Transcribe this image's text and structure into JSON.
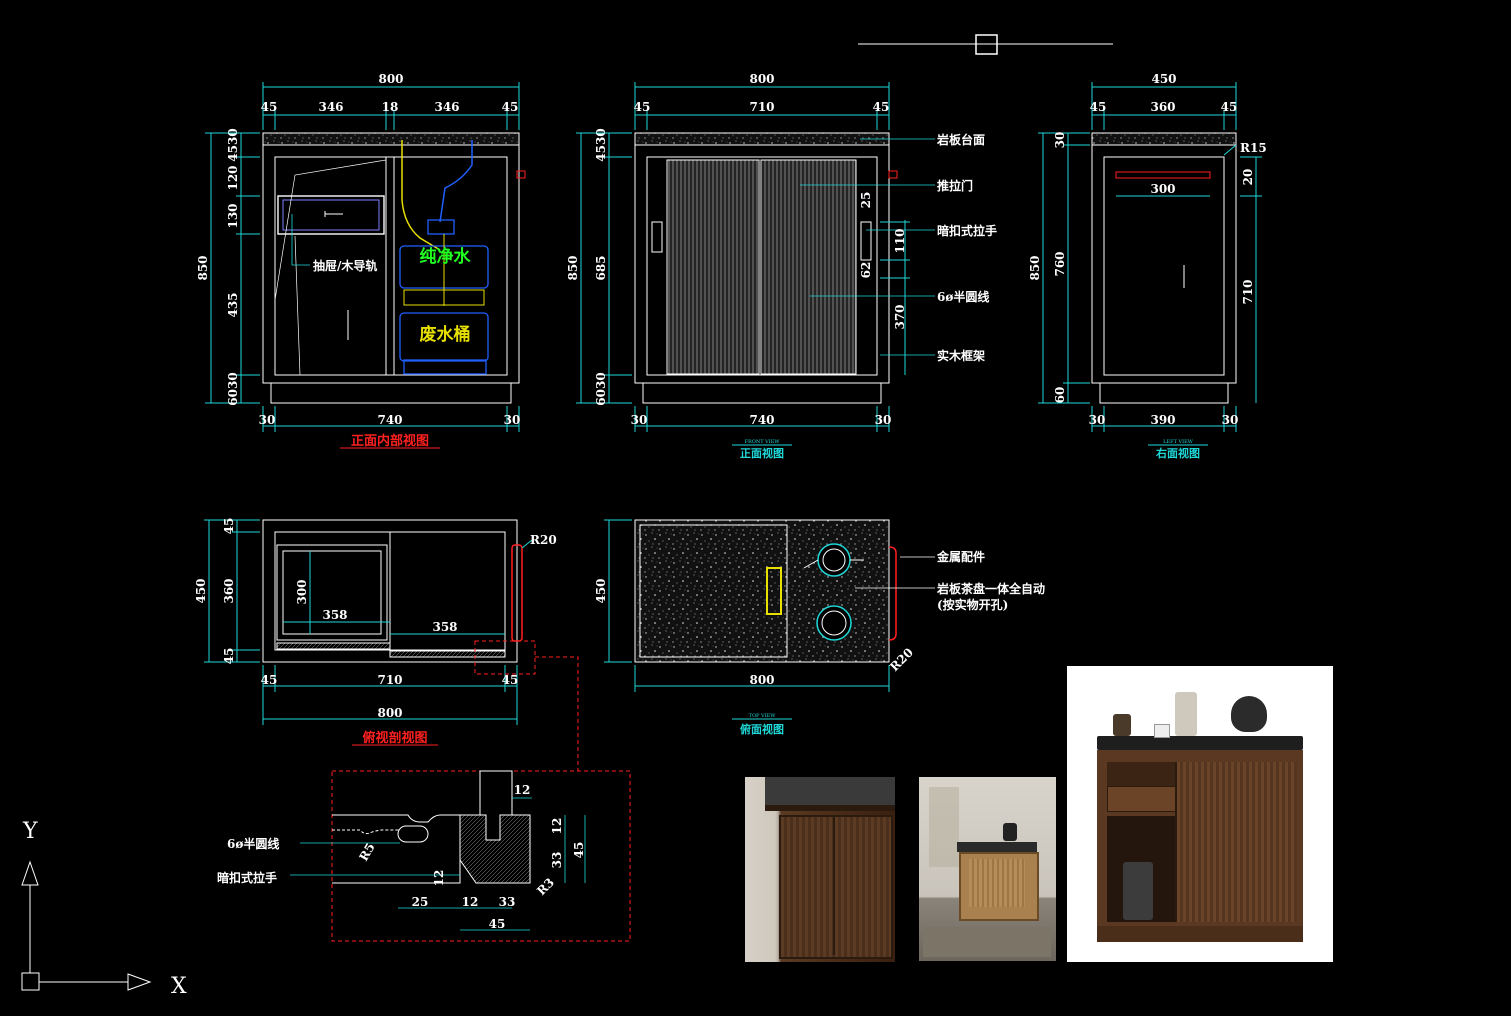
{
  "views": {
    "front_inner": {
      "caption": "正面内部视图",
      "top_total": "800",
      "top_parts": [
        "45",
        "346",
        "18",
        "346",
        "45"
      ],
      "bottom_parts": [
        "30",
        "740",
        "30"
      ],
      "left_total": "850",
      "left_parts": [
        "4530",
        "120",
        "130",
        "435",
        "6030"
      ],
      "drawer_label": "抽屉/木导轨",
      "water_label": "纯净水",
      "waste_label": "废水桶"
    },
    "front": {
      "caption_small": "FRONT VIEW",
      "caption": "正面视图",
      "top_total": "800",
      "top_parts": [
        "45",
        "710",
        "45"
      ],
      "bottom_parts": [
        "30",
        "740",
        "30"
      ],
      "left_total": "850",
      "left_parts": [
        "4530",
        "685",
        "6030"
      ],
      "right_dims": [
        "25",
        "110",
        "62",
        "370"
      ],
      "callouts": [
        "岩板台面",
        "推拉门",
        "暗扣式拉手",
        "6ø半圆线",
        "实木框架"
      ]
    },
    "right": {
      "caption_small": "LEFT VIEW",
      "caption": "右面视图",
      "top_total": "450",
      "top_parts": [
        "45",
        "360",
        "45"
      ],
      "inner_dim": "300",
      "corner_dim": "R15",
      "bottom_parts": [
        "30",
        "390",
        "30"
      ],
      "left_total": "850",
      "left_parts": [
        "30",
        "760",
        "60"
      ],
      "right_parts": [
        "20",
        "710"
      ]
    },
    "plan_section": {
      "caption": "俯视剖视图",
      "left_total": "450",
      "left_parts": [
        "45",
        "360",
        "45"
      ],
      "inner_dims": [
        "300",
        "358",
        "358"
      ],
      "corner_dim": "R20",
      "bottom_parts": [
        "45",
        "710",
        "45"
      ],
      "bottom_total": "800"
    },
    "top": {
      "caption_small": "TOP VIEW",
      "caption": "俯面视图",
      "left_total": "450",
      "bottom_total": "800",
      "corner_dim": "R20",
      "callouts": [
        "金属配件",
        "岩板茶盘一体全自动",
        "(按实物开孔)"
      ]
    },
    "detail": {
      "callouts": [
        "6ø半圆线",
        "暗扣式拉手"
      ],
      "dims": [
        "12",
        "12",
        "33",
        "45",
        "R5",
        "12",
        "25",
        "12",
        "33",
        "45",
        "R3"
      ]
    }
  },
  "ucs": {
    "x_label": "X",
    "y_label": "Y"
  },
  "colors": {
    "background": "#000000",
    "line": "#ffffff",
    "dimension": "#1fd8d8",
    "highlight": "#ff2020",
    "yellow": "#e8e000",
    "blue": "#2060ff",
    "green_text": "#20ff20"
  }
}
